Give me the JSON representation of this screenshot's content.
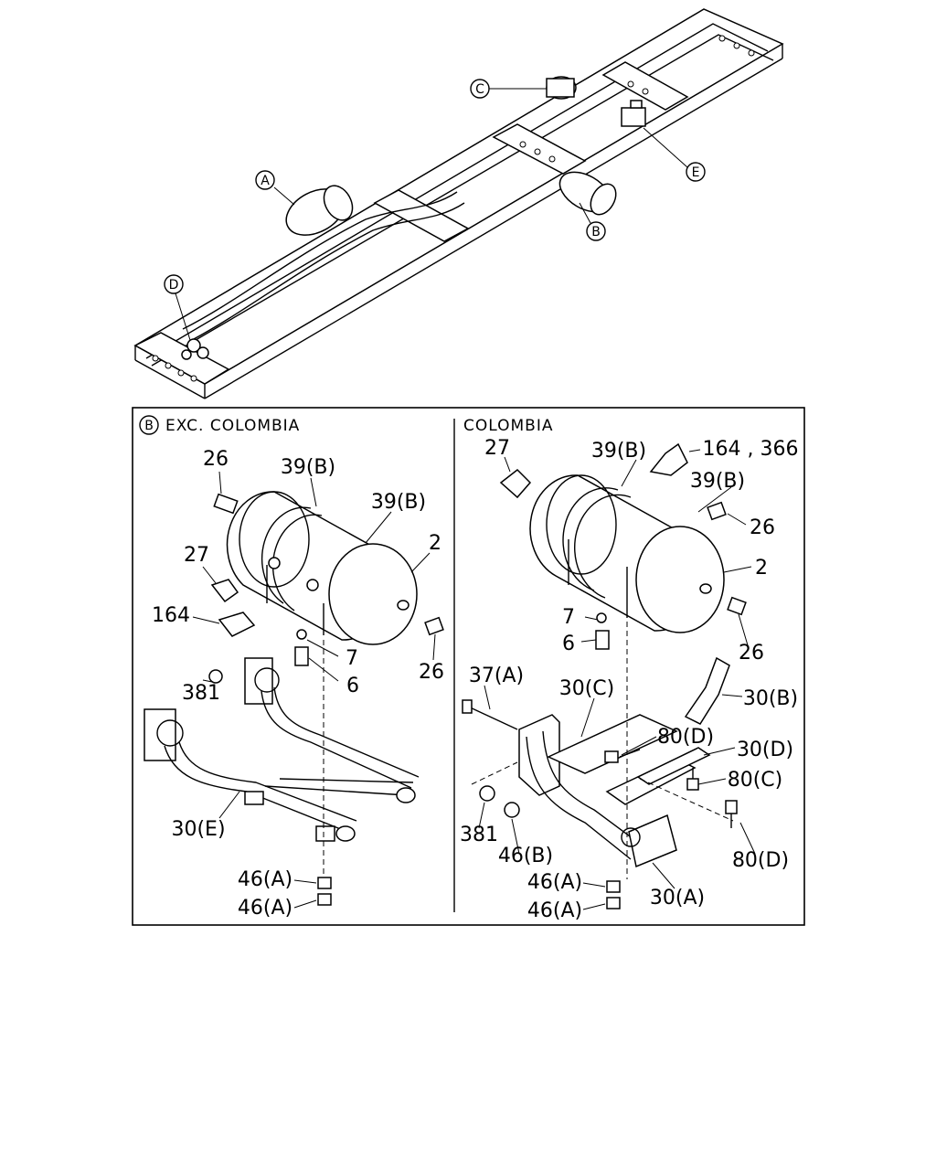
{
  "callouts": {
    "a": "A",
    "b": "B",
    "c": "C",
    "d": "D",
    "e": "E"
  },
  "left_panel": {
    "header_marker": "B",
    "header": "EXC. COLOMBIA",
    "labels": {
      "p26_top": "26",
      "p39b_1": "39(B)",
      "p39b_2": "39(B)",
      "p2": "2",
      "p27": "27",
      "p164": "164",
      "p7": "7",
      "p6": "6",
      "p26_right": "26",
      "p381": "381",
      "p30e": "30(E)",
      "p46a_1": "46(A)",
      "p46a_2": "46(A)"
    }
  },
  "right_panel": {
    "header": "COLOMBIA",
    "labels": {
      "p27": "27",
      "p39b_1": "39(B)",
      "p164_366": "164 , 366",
      "p39b_2": "39(B)",
      "p26_top": "26",
      "p2": "2",
      "p7": "7",
      "p6": "6",
      "p26_bottom": "26",
      "p37a": "37(A)",
      "p30c": "30(C)",
      "p30b": "30(B)",
      "p80d_1": "80(D)",
      "p30d": "30(D)",
      "p80c": "80(C)",
      "p381": "381",
      "p46b": "46(B)",
      "p80d_2": "80(D)",
      "p46a_1": "46(A)",
      "p30a": "30(A)",
      "p46a_2": "46(A)"
    }
  }
}
